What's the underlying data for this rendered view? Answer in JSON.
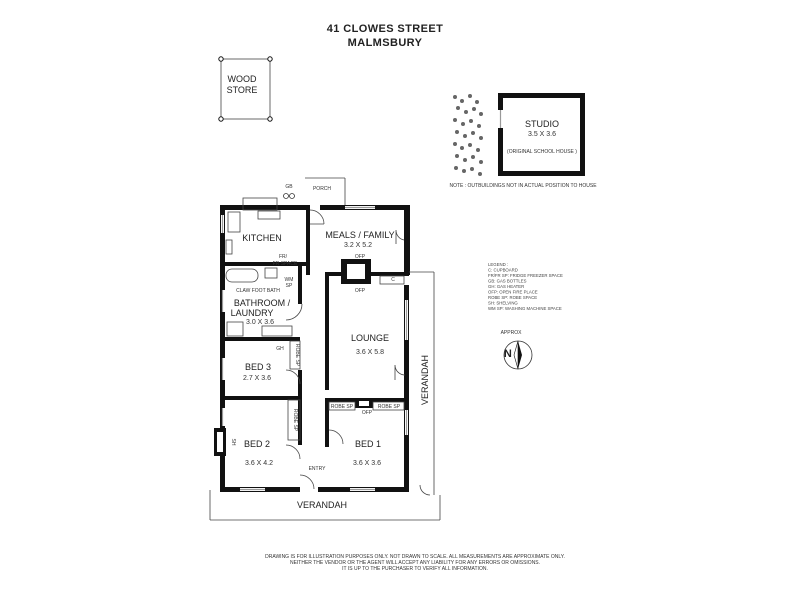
{
  "title": {
    "line1": "41 CLOWES STREET",
    "line2": "MALMSBURY"
  },
  "outbuildings": {
    "wood_store": {
      "line1": "WOOD",
      "line2": "STORE"
    },
    "studio": {
      "name": "STUDIO",
      "dims": "3.5 X 3.6",
      "note": "(ORIGINAL SCHOOL HOUSE )"
    },
    "note": "NOTE : OUTBUILDINGS NOT IN ACTUAL POSITION TO HOUSE"
  },
  "rooms": {
    "kitchen": {
      "name": "KITCHEN"
    },
    "meals": {
      "name": "MEALS / FAMILY",
      "dims": "3.2 X 5.2"
    },
    "bathroom": {
      "line1": "BATHROOM /",
      "line2": "LAUNDRY",
      "dims": "3.0 X 3.6"
    },
    "lounge": {
      "name": "LOUNGE",
      "dims": "3.6 X 5.8"
    },
    "bed3": {
      "name": "BED 3",
      "dims": "2.7 X 3.6"
    },
    "bed2": {
      "name": "BED 2",
      "dims": "3.6 X 4.2"
    },
    "bed1": {
      "name": "BED 1",
      "dims": "3.6 X 3.6"
    }
  },
  "labels": {
    "porch": "PORCH",
    "gb": "GB",
    "fr_line1": "FR/",
    "fr_line2": "FR SPACE",
    "wm_line1": "WM",
    "wm_line2": "SP",
    "claw_bath": "CLAW FOOT BATH",
    "gh": "GH",
    "ofp_top": "OFP",
    "ofp_mid": "OFP",
    "ofp_bottom": "OFP",
    "c": "C",
    "robe_sp_bed3": "ROBE SP",
    "robe_sp_bed2": "ROBE SP",
    "robe_sp_bed1_left": "ROBE SP",
    "robe_sp_bed1_right": "ROBE SP",
    "sh": "SH",
    "entry": "ENTRY",
    "verandah_right": "VERANDAH",
    "verandah_bottom": "VERANDAH"
  },
  "legend": {
    "title": "LEGEND :",
    "items": [
      "C: CUPBOARD",
      "FR/FR SP: FRIDGE FREEZER SPACE",
      "GB: GAS BOTTLES",
      "GH: GAS HEATER",
      "OFP: OPEN FIRE PLACE",
      "ROBE SP: ROBE SPACE",
      "SH: SHELVING",
      "WM SP: WASHING MACHINE SPACE"
    ]
  },
  "compass": {
    "label": "APPROX",
    "letter": "N"
  },
  "disclaimer": {
    "line1": "DRAWING IS FOR ILLUSTRATION PURPOSES ONLY. NOT DRAWN TO SCALE. ALL MEASUREMENTS ARE APPROXIMATE ONLY.",
    "line2": "NEITHER THE VENDOR OR THE AGENT WILL ACCEPT ANY LIABILITY FOR ANY ERRORS OR OMISSIONS.",
    "line3": "IT IS UP TO THE PURCHASER TO VERIFY ALL INFORMATION."
  }
}
